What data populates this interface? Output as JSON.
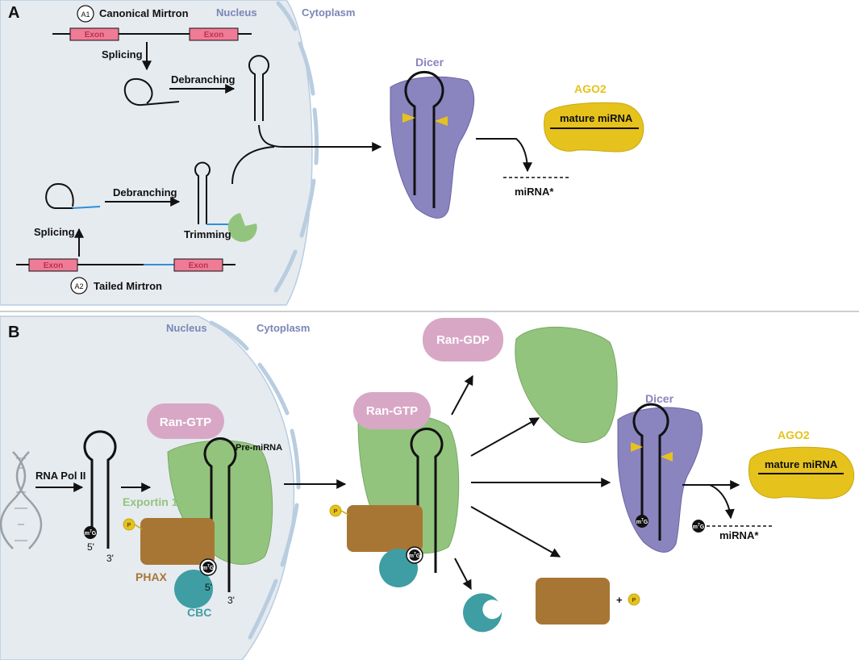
{
  "panel_a": {
    "letter": "A",
    "nucleus": "Nucleus",
    "cytoplasm": "Cytoplasm",
    "canonical_badge": "A1",
    "canonical_title": "Canonical Mirtron",
    "exon": "Exon",
    "splicing": "Splicing",
    "debranching": "Debranching",
    "tailed_badge": "A2",
    "tailed_title": "Tailed Mirtron",
    "trimming": "Trimming",
    "dicer": "Dicer",
    "ago2": "AGO2",
    "mature": "mature miRNA",
    "star": "miRNA*"
  },
  "panel_b": {
    "letter": "B",
    "nucleus": "Nucleus",
    "cytoplasm": "Cytoplasm",
    "rna_pol": "RNA Pol II",
    "five_prime": "5'",
    "three_prime": "3'",
    "cap_m": "m",
    "cap_sup": "7",
    "cap_g": "G",
    "phospho": "P",
    "ran_gtp": "Ran-GTP",
    "ran_gdp": "Ran-GDP",
    "pre_mirna": "Pre-miRNA",
    "exportin": "Exportin 1",
    "phax": "PHAX",
    "cbc": "CBC",
    "dicer": "Dicer",
    "ago2": "AGO2",
    "mature": "mature miRNA",
    "star": "miRNA*",
    "plus": "+"
  },
  "colors": {
    "nucleus_fill": "#e6ebf0",
    "membrane": "#b9cde0",
    "dicer": "#8a84bf",
    "ago2": "#e6c21d",
    "exportin": "#93c47d",
    "ran": "#d8a7c6",
    "phax": "#a87634",
    "cbc": "#3e9ea3",
    "exon": "#f07b97"
  }
}
